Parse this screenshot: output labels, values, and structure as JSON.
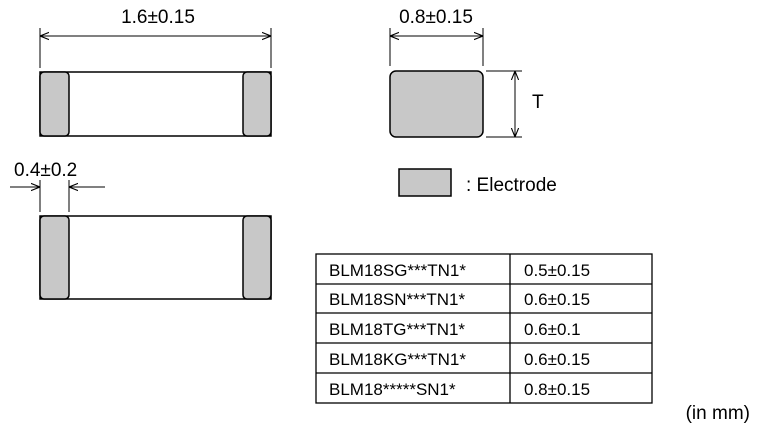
{
  "dimensions": {
    "length": "1.6±0.15",
    "width": "0.8±0.15",
    "electrode_width": "0.4±0.2",
    "thickness": "T"
  },
  "legend": {
    "electrode_label": ": Electrode"
  },
  "thickness_table": {
    "rows": [
      {
        "part": "BLM18SG***TN1*",
        "thickness": "0.5±0.15"
      },
      {
        "part": "BLM18SN***TN1*",
        "thickness": "0.6±0.15"
      },
      {
        "part": "BLM18TG***TN1*",
        "thickness": "0.6±0.1"
      },
      {
        "part": "BLM18KG***TN1*",
        "thickness": "0.6±0.15"
      },
      {
        "part": "BLM18*****SN1*",
        "thickness": "0.8±0.15"
      }
    ]
  },
  "units": "(in mm)",
  "colors": {
    "electrode": "#c8c8c8",
    "body": "#ffffff",
    "line": "#000000"
  }
}
